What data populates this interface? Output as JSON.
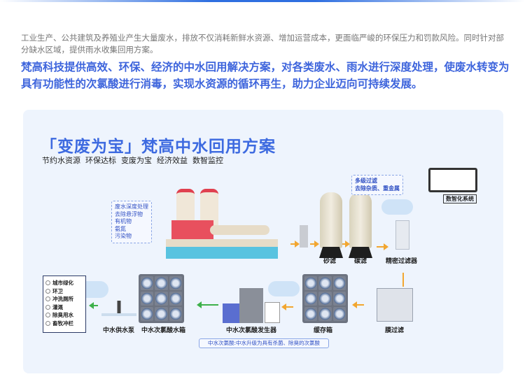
{
  "intro": "工业生产、公共建筑及养殖业产生大量废水，排放不仅消耗新鲜水资源、增加运营成本，更面临严峻的环保压力和罚款风险。同时针对部分缺水区域，提供雨水收集回用方案。",
  "lead": "梵高科技提供高效、环保、经济的中水回用解决方案，对各类废水、雨水进行深度处理，使废水转变为具有功能性的次氯酸进行消毒，实现水资源的循环再生，助力企业迈向可持续发展。",
  "panel": {
    "title": "「变废为宝」梵高中水回用方案",
    "tags": [
      "节约水资源",
      "环保达标",
      "变废为宝",
      "经济效益",
      "数智监控"
    ],
    "factory_note": [
      "废水深度处理",
      "去除悬浮物",
      "有机物",
      "氨氮",
      "污染物"
    ],
    "filter_note": [
      "多级过滤",
      "去除杂质、重金属"
    ],
    "digital_label": "数智化系统",
    "stages": {
      "sand": "砂滤",
      "carbon": "碳滤",
      "precision": "精密过滤器",
      "membrane": "膜过滤",
      "buffer": "缓存箱",
      "generator": "中水次氯酸发生器",
      "hypo_tank": "中水次氯酸水箱",
      "pump": "中水供水泵"
    },
    "uses": [
      "城市绿化",
      "环卫",
      "冲洗厕所",
      "灌溉",
      "除臭用水",
      "畜牧冲栏"
    ],
    "bottom_note": "中水次氯酸:中水升级为具有杀菌、除臭的次氯酸"
  },
  "colors": {
    "accent": "#3d64dc",
    "panel": "#eef4fd",
    "arrow_orange": "#f2a630",
    "arrow_green": "#3db04a"
  }
}
